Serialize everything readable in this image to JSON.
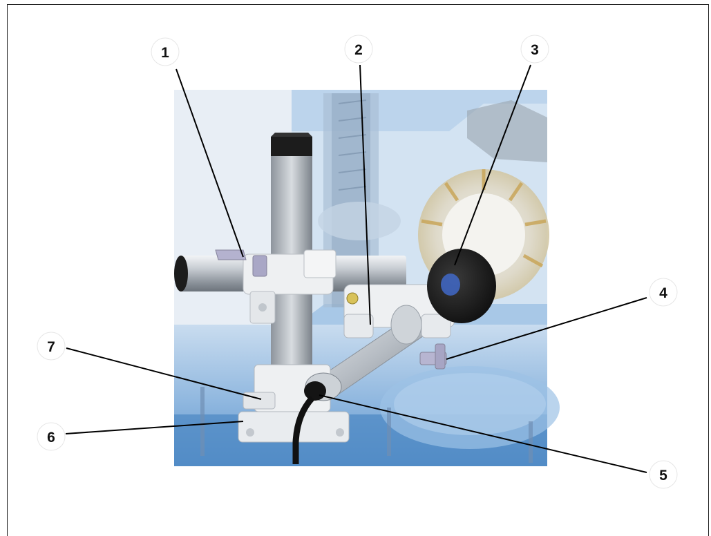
{
  "callouts": [
    {
      "id": "1",
      "label": "1"
    },
    {
      "id": "2",
      "label": "2"
    },
    {
      "id": "3",
      "label": "3"
    },
    {
      "id": "4",
      "label": "4"
    },
    {
      "id": "5",
      "label": "5"
    },
    {
      "id": "6",
      "label": "6"
    },
    {
      "id": "7",
      "label": "7"
    }
  ],
  "colors": {
    "tank_blue": "#6a9fd3",
    "tank_dark_blue": "#3f77b5",
    "metal": "#b9bfc6",
    "clamp_white": "#eef0f2",
    "sensor_black": "#1a1a1a",
    "bolt_yellow": "#d8c25a"
  }
}
